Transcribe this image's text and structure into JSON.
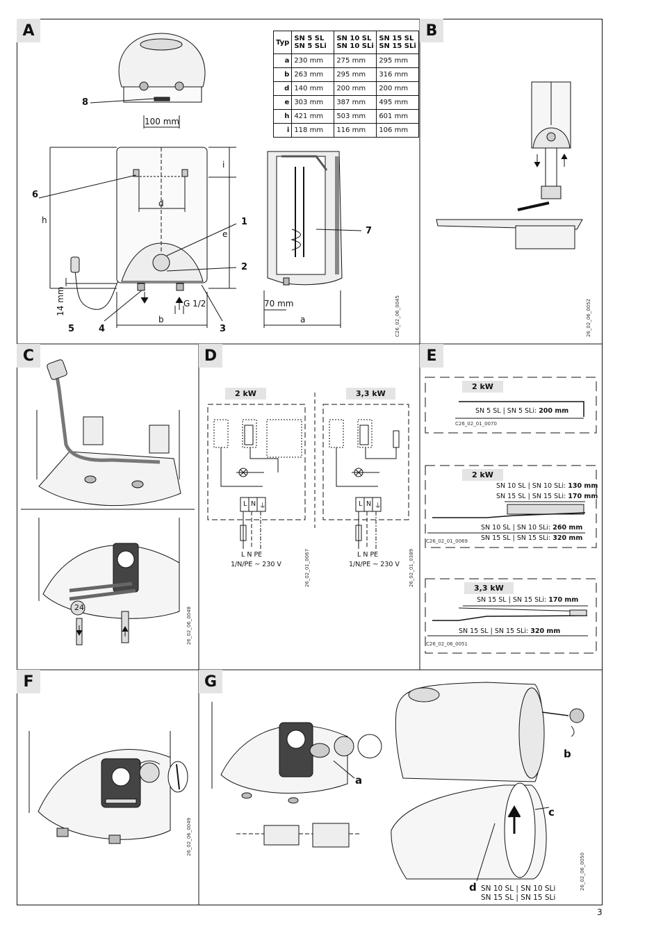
{
  "panels": {
    "A": {
      "letter": "A",
      "code": "C26_02_06_0045",
      "table": {
        "header": [
          "Typ",
          "SN 5 SL\nSN 5 SLi",
          "SN 10 SL\nSN 10 SLi",
          "SN 15 SL\nSN 15 SLi"
        ],
        "rows": [
          [
            "a",
            "230 mm",
            "275 mm",
            "295 mm"
          ],
          [
            "b",
            "263 mm",
            "295 mm",
            "316 mm"
          ],
          [
            "d",
            "140 mm",
            "200 mm",
            "200 mm"
          ],
          [
            "e",
            "303 mm",
            "387 mm",
            "495 mm"
          ],
          [
            "h",
            "421 mm",
            "503 mm",
            "601 mm"
          ],
          [
            "i",
            "118 mm",
            "116 mm",
            "106 mm"
          ]
        ]
      },
      "labels": {
        "dim_100": "100 mm",
        "dim_70": "70 mm",
        "dim_14": "14 mm",
        "thread": "G 1/2",
        "n1": "1",
        "n2": "2",
        "n3": "3",
        "n4": "4",
        "n5": "5",
        "n6": "6",
        "n7": "7",
        "n8": "8",
        "a": "a",
        "b": "b",
        "d": "d",
        "e": "e",
        "h": "h",
        "i": "i"
      }
    },
    "B": {
      "letter": "B",
      "code": "26_02_06_0052"
    },
    "C": {
      "letter": "C",
      "code": "26_02_06_0048",
      "wrench": "24"
    },
    "D": {
      "letter": "D",
      "left": {
        "title": "2 kW",
        "code": "26_02_01_0067",
        "terminals": [
          "L",
          "N",
          "⏚"
        ],
        "supply": "L  N PE",
        "voltage": "1/N/PE ~ 230 V"
      },
      "right": {
        "title": "3,3 kW",
        "code": "26_02_01_0389",
        "terminals": [
          "L",
          "N",
          "⏚"
        ],
        "supply": "L  N PE",
        "voltage": "1/N/PE ~ 230 V"
      }
    },
    "E": {
      "letter": "E",
      "box1": {
        "title": "2 kW",
        "line1": "SN 5 SL | SN 5 SLi: ",
        "line1_bold": "200 mm",
        "code": "C26_02_01_0070"
      },
      "box2": {
        "title": "2 kW",
        "line1": "SN 10 SL | SN 10 SLi: ",
        "line1_bold": "130 mm",
        "line2": "SN 15 SL | SN 15 SLi: ",
        "line2_bold": "170 mm",
        "line3": "SN 10 SL | SN 10 SLi: ",
        "line3_bold": "260 mm",
        "line4": "SN 15 SL | SN 15 SLi: ",
        "line4_bold": "320 mm",
        "code": "C26_02_01_0069"
      },
      "box3": {
        "title": "3,3 kW",
        "line1": "SN 15 SL | SN 15 SLi: ",
        "line1_bold": "170 mm",
        "line2": "SN 15 SL | SN 15 SLi: ",
        "line2_bold": "320 mm",
        "code": "C26_02_06_0051"
      }
    },
    "F": {
      "letter": "F",
      "code": "26_02_06_0049"
    },
    "G": {
      "letter": "G",
      "code": "26_02_06_0050",
      "callouts": {
        "a": "a",
        "b": "b",
        "c": "c",
        "d": "d"
      },
      "note1": "SN 10 SL | SN 10 SLi",
      "note2": "SN 15 SL | SN 15 SLi"
    }
  },
  "page_number": "3"
}
